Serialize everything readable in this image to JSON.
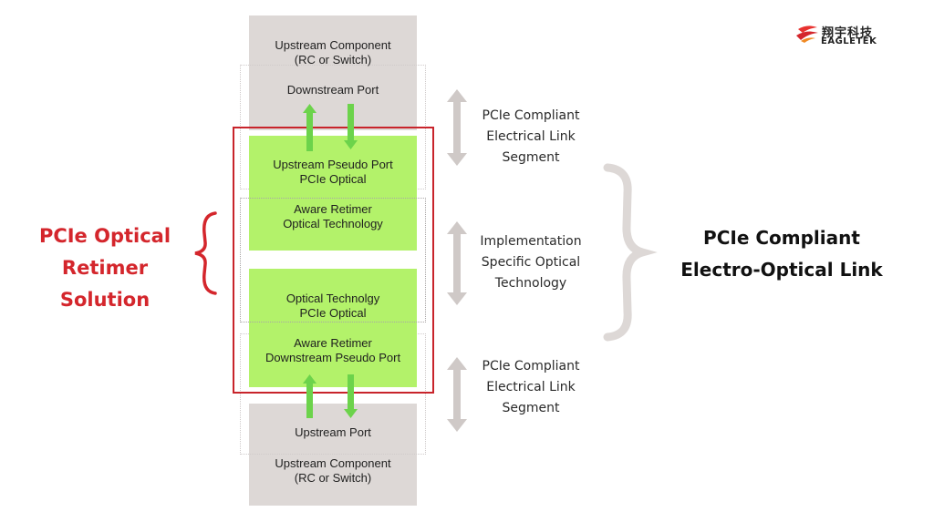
{
  "colors": {
    "accent_red": "#d4262c",
    "frame_red": "#c8242b",
    "green_block": "#b3f26a",
    "green_arrow": "#6cd34b",
    "gray_block": "#ddd8d6",
    "gray_arrow": "#cfc9c7"
  },
  "logo": {
    "cn": "翔宇科技",
    "en": "EAGLETEK"
  },
  "top_component": {
    "line1": "Upstream Component",
    "line2": "(RC or Switch)",
    "port": "Downstream Port"
  },
  "retimer_blocks": {
    "block1_line1": "Upstream Pseudo Port",
    "block1_line2": "PCIe Optical",
    "block2_line1": "Aware Retimer",
    "block2_line2": "Optical Technology",
    "block3_line1": "Optical Technolgy",
    "block3_line2": "PCIe Optical",
    "block4_line1": "Aware Retimer",
    "block4_line2": "Downstream Pseudo Port"
  },
  "bottom_component": {
    "port": "Upstream Port",
    "line1": "Upstream Component",
    "line2": "(RC or Switch)"
  },
  "segments": {
    "top": [
      "PCIe Compliant",
      "Electrical Link",
      "Segment"
    ],
    "middle": [
      "Implementation",
      "Specific Optical",
      "Technology"
    ],
    "bottom": [
      "PCIe Compliant",
      "Electrical Link",
      "Segment"
    ]
  },
  "left_title": {
    "line1": "PCIe Optical",
    "line2": "Retimer Solution"
  },
  "right_title": {
    "line1": "PCIe Compliant",
    "line2": "Electro-Optical Link"
  }
}
